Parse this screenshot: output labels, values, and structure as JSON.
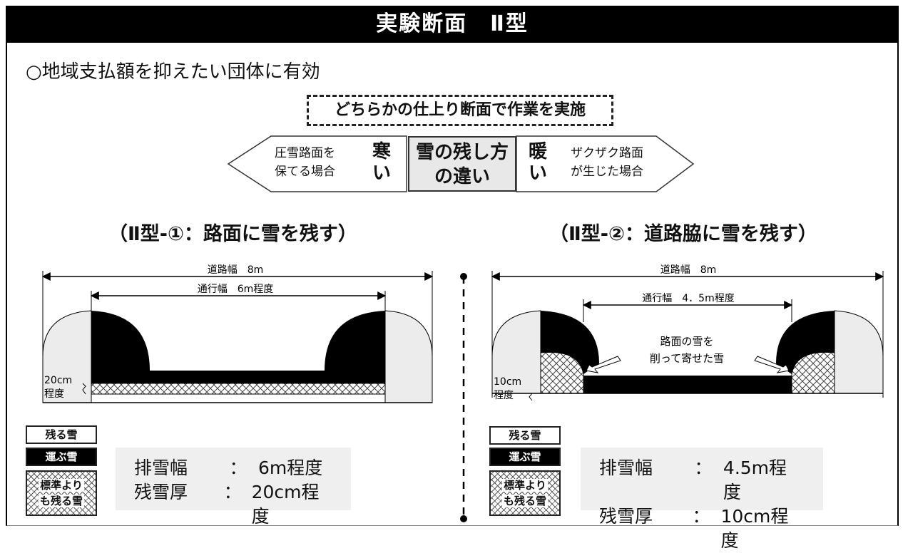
{
  "title": "実験断面　Ⅱ型",
  "intro": "○地域支払額を抑えたい団体に有効",
  "choice_box": "どちらかの仕上り断面で作業を実施",
  "arrow": {
    "cold_line1": "圧雪路面を",
    "cold_line2": "保てる場合",
    "cold_word_1": "寒",
    "cold_word_2": "い",
    "center_line1": "雪の残し方",
    "center_line2": "の違い",
    "warm_word_1": "暖",
    "warm_word_2": "い",
    "warm_line1": "ザクザク路面",
    "warm_line2": "が生じた場合"
  },
  "left": {
    "subtitle": "（Ⅱ型-①：路面に雪を残す）",
    "road_width": "道路幅　8m",
    "pass_width": "通行幅　6m程度",
    "depth_line1": "20cm",
    "depth_line2": "程度",
    "legend": {
      "remain": "残る雪",
      "carry": "運ぶ雪",
      "extra_line1": "標準より",
      "extra_line2": "も残る雪"
    },
    "info": {
      "k1": "排雪幅",
      "v1": "6m程度",
      "k2": "残雪厚",
      "v2": "20cm程度",
      "colon": "："
    }
  },
  "right": {
    "subtitle": "（Ⅱ型-②：道路脇に雪を残す）",
    "road_width": "道路幅　8m",
    "pass_width": "通行幅　4．5m程度",
    "note_line1": "路面の雪を",
    "note_line2": "削って寄せた雪",
    "depth_line1": "10cm",
    "depth_line2": "程度",
    "legend": {
      "remain": "残る雪",
      "carry": "運ぶ雪",
      "extra_line1": "標準より",
      "extra_line2": "も残る雪"
    },
    "info": {
      "k1": "排雪幅",
      "v1": "4.5m程度",
      "k2": "残雪厚",
      "v2": "10cm程度",
      "colon": "："
    }
  },
  "colors": {
    "black": "#000000",
    "light_gray": "#efefef",
    "snow_gray": "#ececec"
  }
}
